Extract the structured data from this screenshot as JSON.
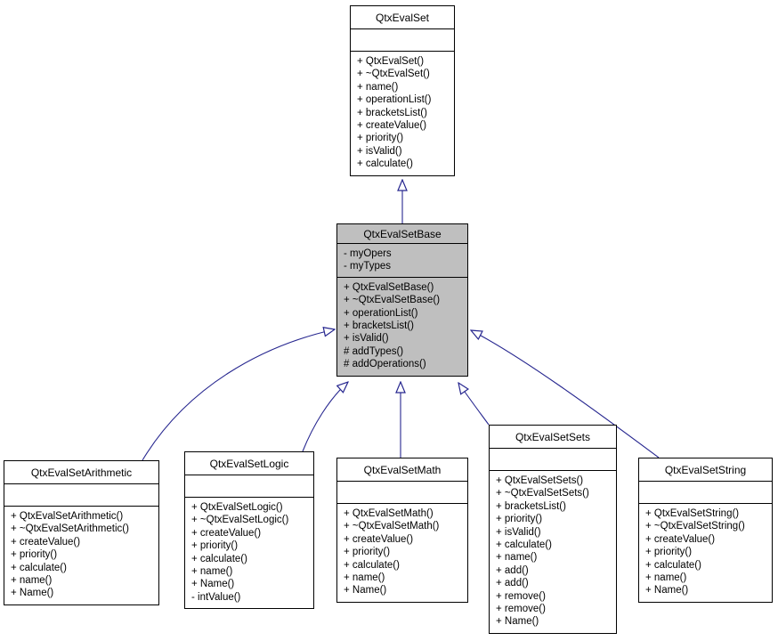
{
  "colors": {
    "arrow": "#26268f",
    "highlight_fill": "#bfbfbf",
    "box_fill": "#ffffff",
    "border": "#000000"
  },
  "classes": {
    "set": {
      "name": "QtxEvalSet",
      "attributes": [],
      "methods": [
        "+ QtxEvalSet()",
        "+ ~QtxEvalSet()",
        "+ name()",
        "+ operationList()",
        "+ bracketsList()",
        "+ createValue()",
        "+ priority()",
        "+ isValid()",
        "+ calculate()"
      ]
    },
    "base": {
      "name": "QtxEvalSetBase",
      "attributes": [
        "- myOpers",
        "- myTypes"
      ],
      "methods": [
        "+ QtxEvalSetBase()",
        "+ ~QtxEvalSetBase()",
        "+ operationList()",
        "+ bracketsList()",
        "+ isValid()",
        "# addTypes()",
        "# addOperations()"
      ]
    },
    "arithmetic": {
      "name": "QtxEvalSetArithmetic",
      "attributes": [],
      "methods": [
        "+ QtxEvalSetArithmetic()",
        "+ ~QtxEvalSetArithmetic()",
        "+ createValue()",
        "+ priority()",
        "+ calculate()",
        "+ name()",
        "+ Name()"
      ]
    },
    "logic": {
      "name": "QtxEvalSetLogic",
      "attributes": [],
      "methods": [
        "+ QtxEvalSetLogic()",
        "+ ~QtxEvalSetLogic()",
        "+ createValue()",
        "+ priority()",
        "+ calculate()",
        "+ name()",
        "+ Name()",
        "- intValue()"
      ]
    },
    "math": {
      "name": "QtxEvalSetMath",
      "attributes": [],
      "methods": [
        "+ QtxEvalSetMath()",
        "+ ~QtxEvalSetMath()",
        "+ createValue()",
        "+ priority()",
        "+ calculate()",
        "+ name()",
        "+ Name()"
      ]
    },
    "sets": {
      "name": "QtxEvalSetSets",
      "attributes": [],
      "methods": [
        "+ QtxEvalSetSets()",
        "+ ~QtxEvalSetSets()",
        "+ bracketsList()",
        "+ priority()",
        "+ isValid()",
        "+ calculate()",
        "+ name()",
        "+ add()",
        "+ add()",
        "+ remove()",
        "+ remove()",
        "+ Name()"
      ]
    },
    "string": {
      "name": "QtxEvalSetString",
      "attributes": [],
      "methods": [
        "+ QtxEvalSetString()",
        "+ ~QtxEvalSetString()",
        "+ createValue()",
        "+ priority()",
        "+ calculate()",
        "+ name()",
        "+ Name()"
      ]
    }
  },
  "relations": [
    {
      "from": "QtxEvalSetBase",
      "to": "QtxEvalSet",
      "type": "inheritance"
    },
    {
      "from": "QtxEvalSetArithmetic",
      "to": "QtxEvalSetBase",
      "type": "inheritance"
    },
    {
      "from": "QtxEvalSetLogic",
      "to": "QtxEvalSetBase",
      "type": "inheritance"
    },
    {
      "from": "QtxEvalSetMath",
      "to": "QtxEvalSetBase",
      "type": "inheritance"
    },
    {
      "from": "QtxEvalSetSets",
      "to": "QtxEvalSetBase",
      "type": "inheritance"
    },
    {
      "from": "QtxEvalSetString",
      "to": "QtxEvalSetBase",
      "type": "inheritance"
    }
  ]
}
